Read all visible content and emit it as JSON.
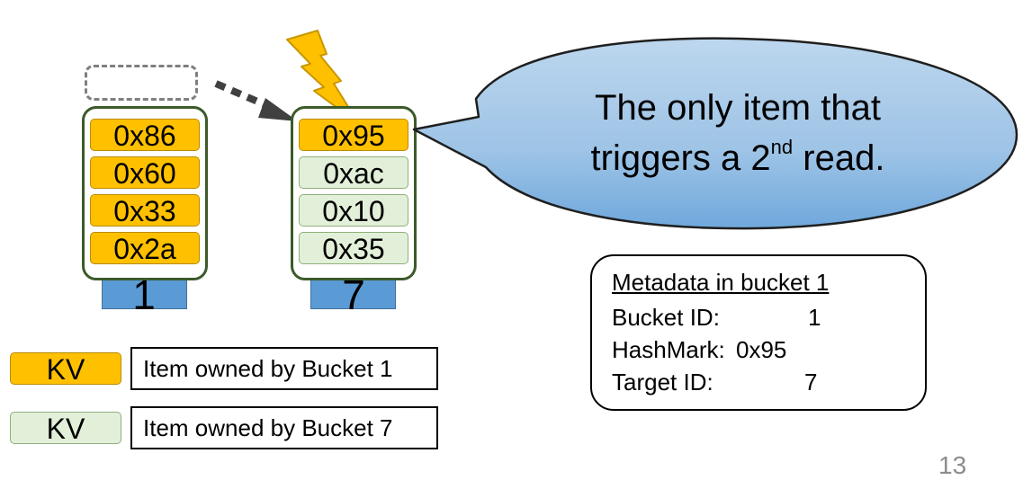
{
  "buckets": [
    {
      "number": "1",
      "items": [
        "0x86",
        "0x60",
        "0x33",
        "0x2a"
      ]
    },
    {
      "number": "7",
      "items": [
        "0x95",
        "0xac",
        "0x10",
        "0x35"
      ]
    }
  ],
  "callout": {
    "line1": "The only item that",
    "line2_prefix": "triggers a 2",
    "line2_sup": "nd",
    "line2_suffix": " read."
  },
  "legend": [
    {
      "swatch": "KV",
      "label": "Item owned by Bucket 1",
      "color": "#ffc000"
    },
    {
      "swatch": "KV",
      "label": "Item owned by Bucket 7",
      "color": "#e2f0d9"
    }
  ],
  "metadata": {
    "title": "Metadata in bucket 1",
    "rows": [
      {
        "label": "Bucket ID:",
        "value": "1"
      },
      {
        "label": "HashMark:",
        "value": "0x95"
      },
      {
        "label": "Target ID:",
        "value": "7"
      }
    ]
  },
  "page_number": "13",
  "colors": {
    "owned_bucket_1": "#ffc000",
    "owned_bucket_7": "#e2f0d9",
    "bucket_base": "#5b9bd5",
    "lightning": "#ffc000",
    "callout_fill": "#9dc3e6"
  }
}
